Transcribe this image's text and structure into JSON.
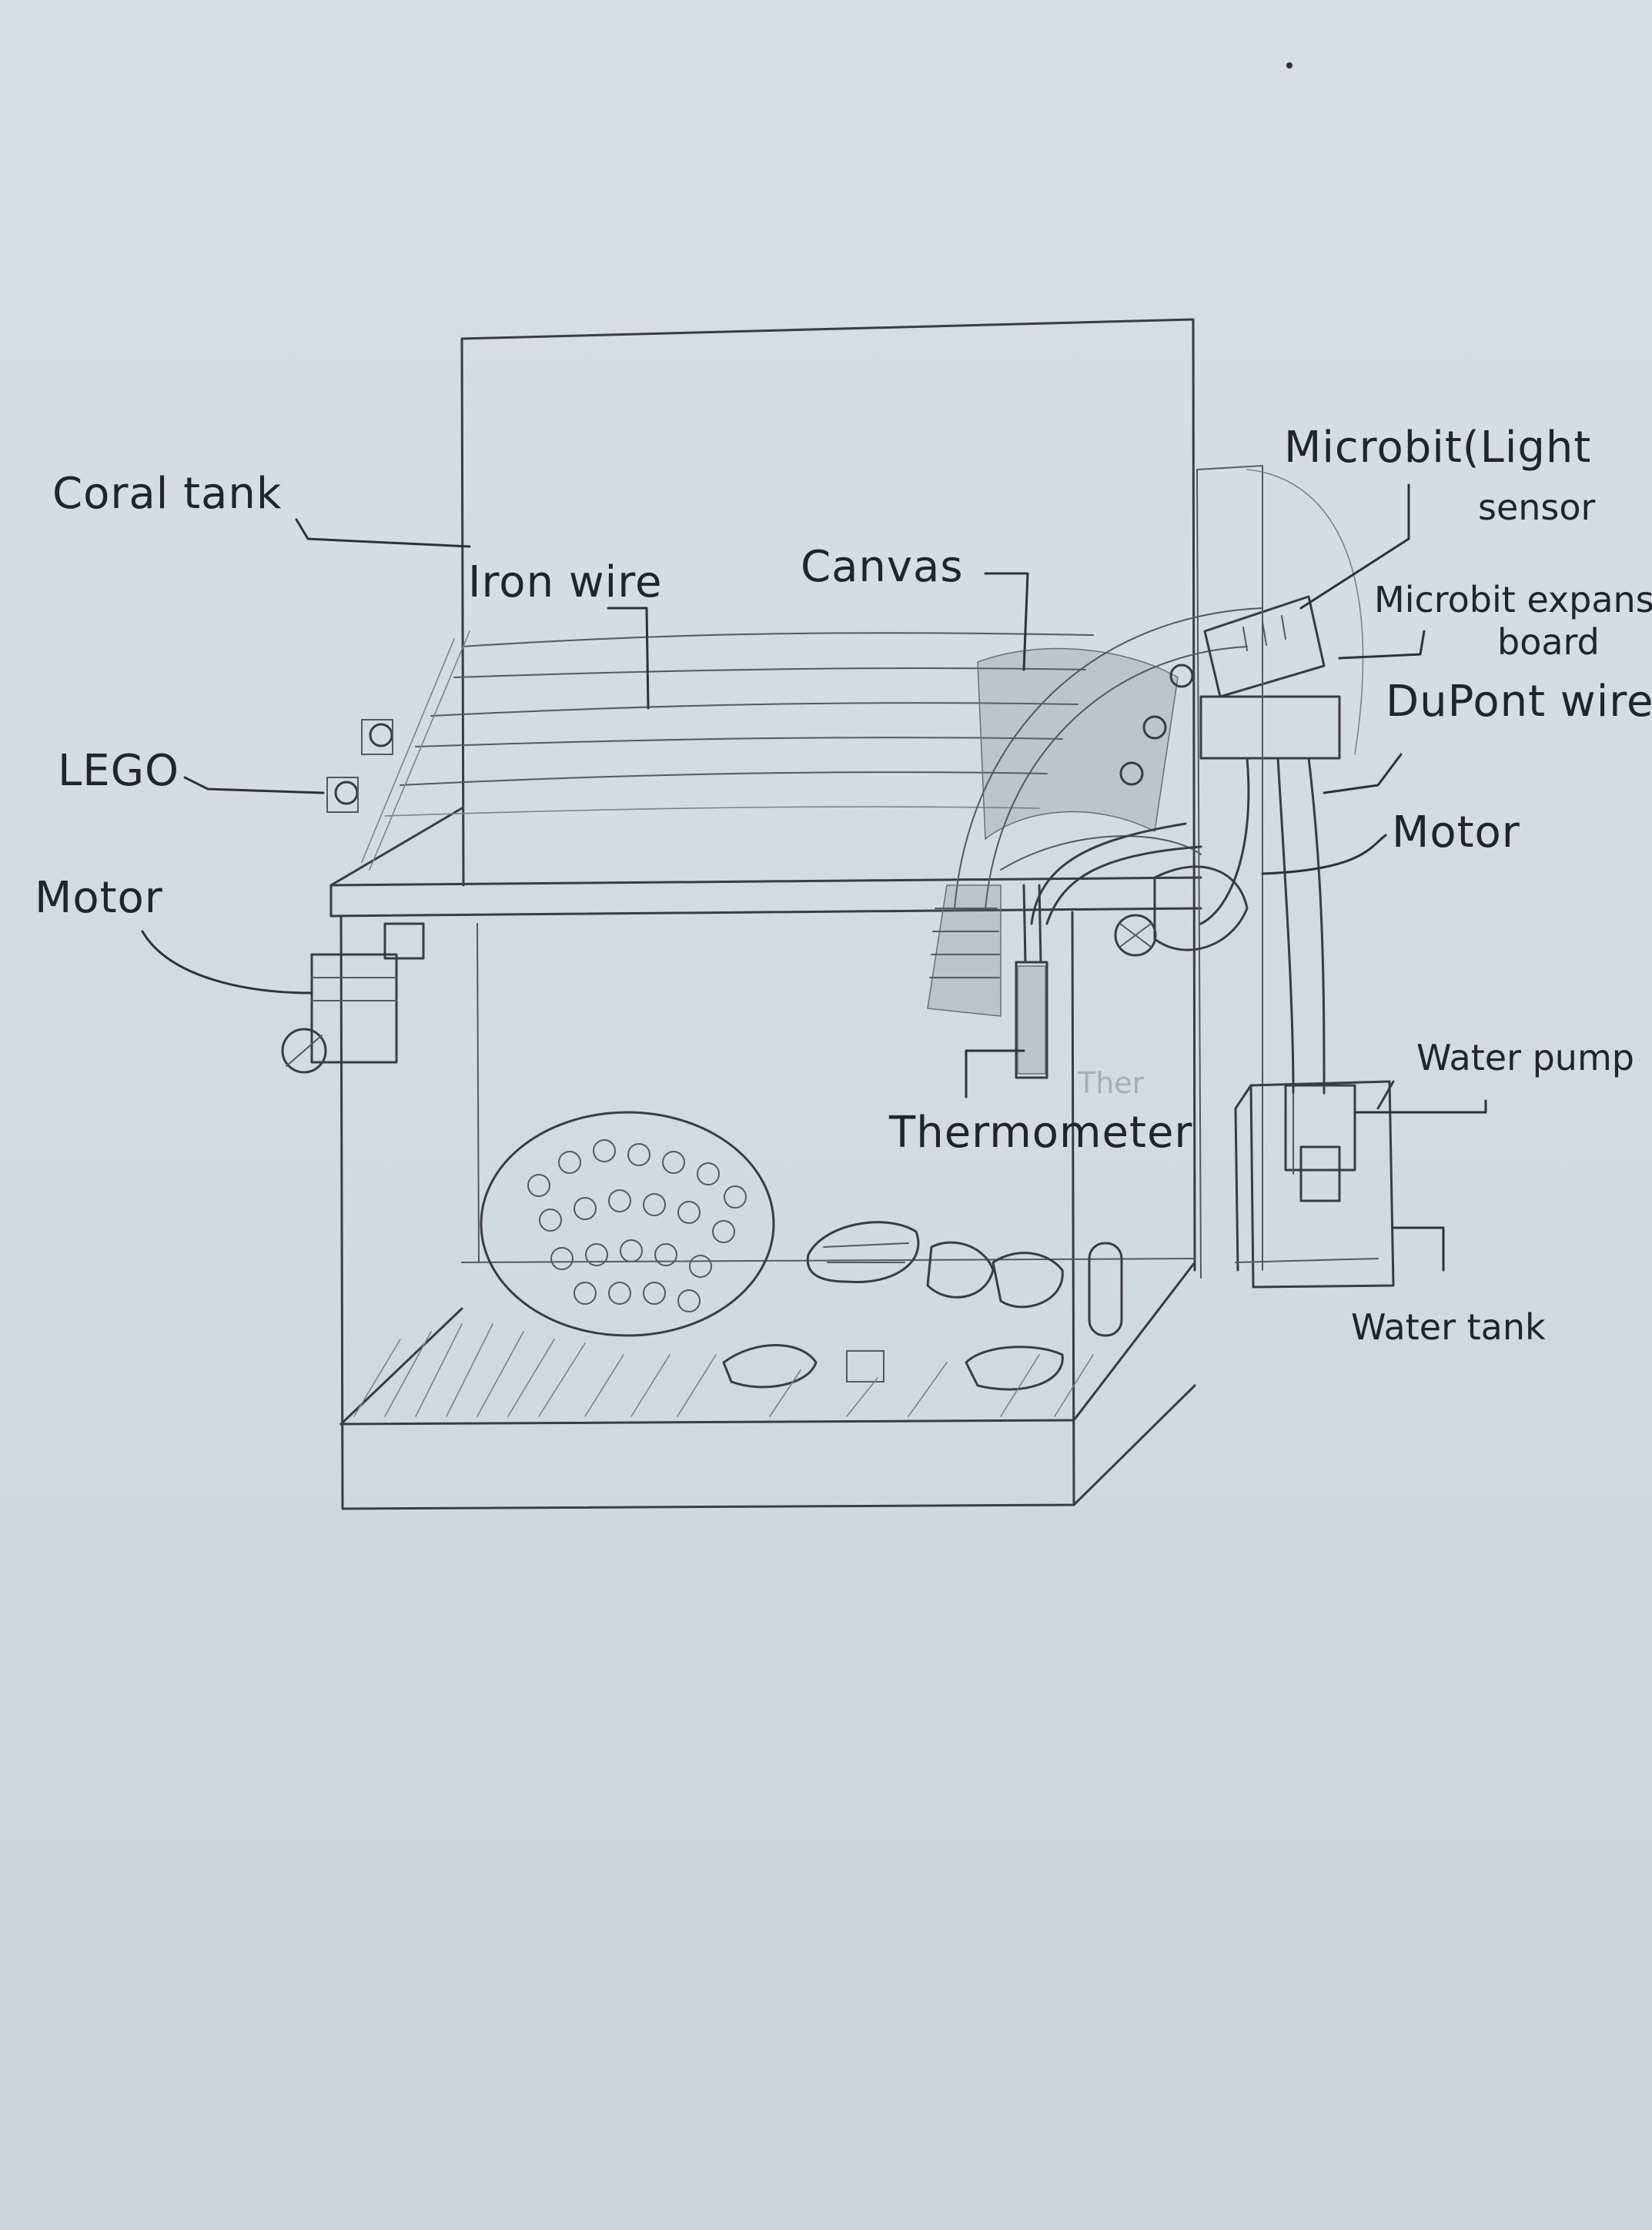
{
  "diagram": {
    "labels": {
      "coral_tank": "Coral tank",
      "iron_wire": "Iron wire",
      "canvas": "Canvas",
      "lego": "LEGO",
      "motor_left": "Motor",
      "microbit": "Microbit(Light",
      "sensor": "sensor",
      "expansion_board_line1": "Microbit expansia",
      "expansion_board_line2": "board",
      "dupont_wires": "DuPont wires",
      "motor_right": "Motor",
      "water_pump": "Water pump",
      "thermometer": "Thermometer",
      "thermometer_ghost": "Ther",
      "water_tank": "Water tank"
    },
    "colors": {
      "paper": "#d8dee3",
      "pencil": "#3a3d40",
      "text": "#222528"
    }
  }
}
